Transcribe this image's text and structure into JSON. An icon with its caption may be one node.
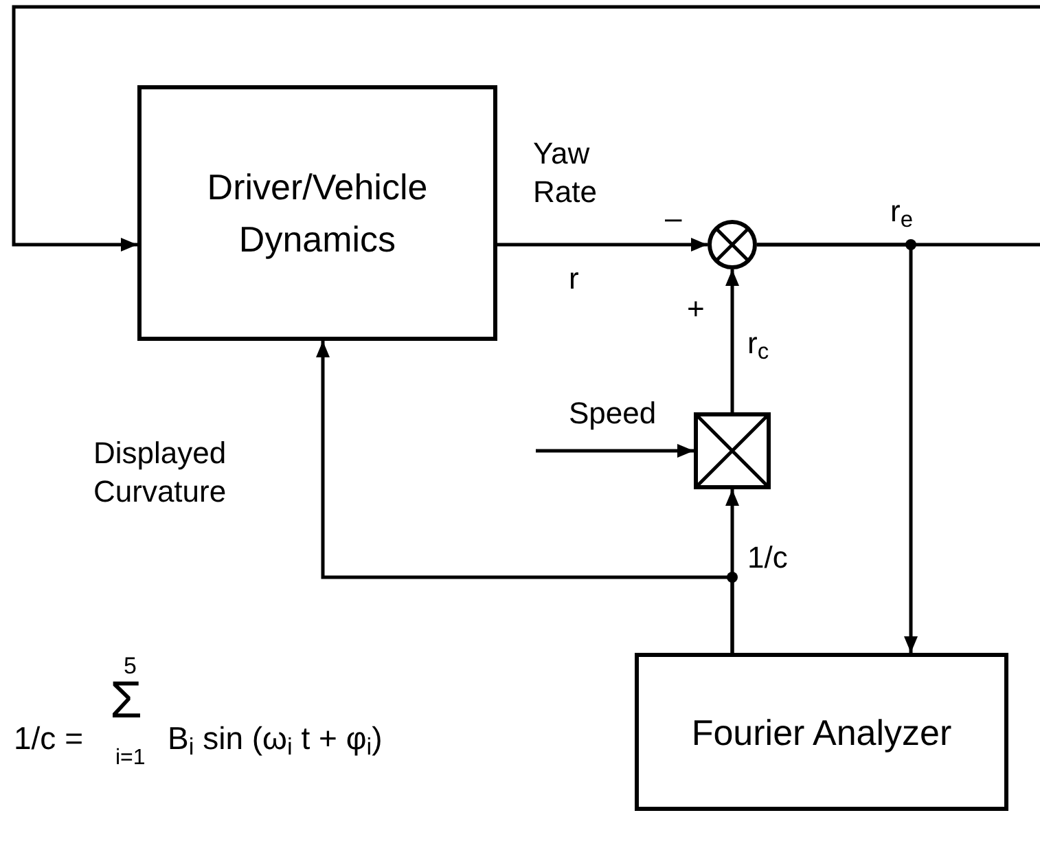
{
  "diagram": {
    "nodes": [
      {
        "text": [
          "Driver/Vehicle Dynamics"
        ]
      },
      {
        "text": [],
        "shape": "circle"
      },
      {
        "text": [],
        "shape": "box"
      },
      {
        "text": [
          "Fourier Analyzer"
        ]
      }
    ],
    "edges": [
      {
        "from": 0,
        "to": 1,
        "arrow": "to",
        "label": "r"
      },
      {
        "from": 1,
        "to": null,
        "arrow": "none"
      },
      {
        "from": null,
        "to": 0,
        "arrow": "to"
      },
      {
        "from": 1,
        "to": 3,
        "arrow": "to",
        "label": "r$_{e}$"
      },
      {
        "from": 2,
        "to": 1,
        "arrow": "to",
        "label": "r$_{c}$"
      },
      {
        "from": 3,
        "to": 2,
        "arrow": "to",
        "label": "1/c"
      },
      {
        "from": 3,
        "to": 0,
        "arrow": "to",
        "label": "Displayed Curvature"
      },
      {
        "from": null,
        "to": 2,
        "arrow": "to",
        "label": "Speed"
      }
    ],
    "labels": [
      "Yaw Rate",
      "–",
      "+",
      "1/c =",
      "5",
      "Σ",
      "i=1",
      "B$_{i}$ sin (ω$_{i}$ t + φ$_{i}$)"
    ]
  }
}
